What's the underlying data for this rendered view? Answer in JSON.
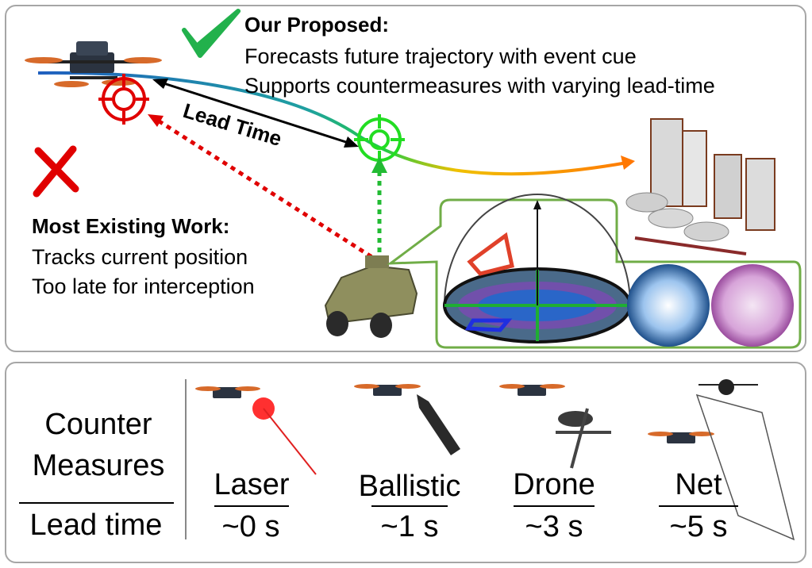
{
  "proposed": {
    "title": "Our Proposed:",
    "line1": "Forecasts future trajectory with event cue",
    "line2": "Supports countermeasures with varying lead-time"
  },
  "existing": {
    "title": "Most Existing Work:",
    "line1": "Tracks current position",
    "line2": "Too late for interception"
  },
  "arrow_label": "Lead Time",
  "countermeasures": {
    "header_line1": "Counter",
    "header_line2": "Measures",
    "lead_header": "Lead time",
    "items": [
      {
        "name": "Laser",
        "lead": "~0 s"
      },
      {
        "name": "Ballistic",
        "lead": "~1 s"
      },
      {
        "name": "Drone",
        "lead": "~3 s"
      },
      {
        "name": "Net",
        "lead": "~5 s"
      }
    ]
  },
  "colors": {
    "check": "#22b14c",
    "cross": "#e00000",
    "current_target": "#e00000",
    "future_target": "#22dd22",
    "panel_border": "#a6a6a6",
    "inset_border": "#70ad47",
    "trajectory_start": "#1f5fbf",
    "trajectory_mid": "#22cc44",
    "trajectory_end": "#ff7700"
  }
}
